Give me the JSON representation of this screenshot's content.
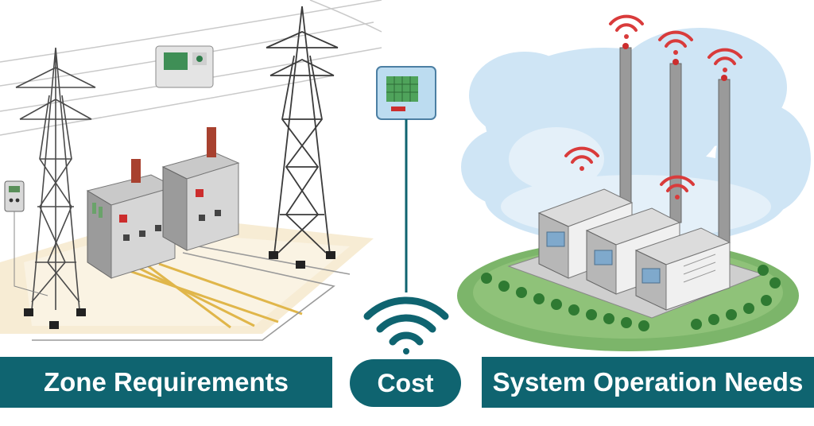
{
  "labels": {
    "left": "Zone Requirements",
    "center": "Cost",
    "right": "System Operation Needs"
  },
  "colors": {
    "banner": "#0f6470",
    "banner_text": "#ffffff",
    "sky": "#cfe6f6",
    "grass": "#7cb56a",
    "ground": "#f6ead0",
    "cable": "#e0b64a",
    "wifi": "#0f6470",
    "signal": "#d93b3b"
  },
  "icons": [
    "transmission-tower-icon",
    "substation-icon",
    "control-panel-icon",
    "wifi-icon",
    "factory-icon",
    "tree-icon",
    "cloud-icon"
  ]
}
